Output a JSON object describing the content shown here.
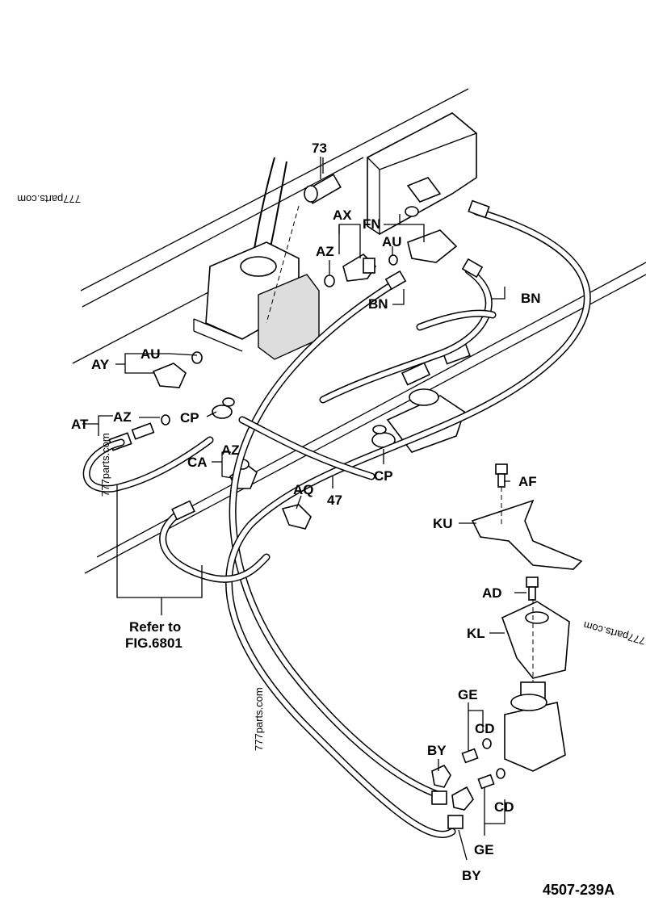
{
  "labels": {
    "l73": "73",
    "fn": "FN",
    "ax": "AX",
    "az_top": "AZ",
    "au_top": "AU",
    "bn_left": "BN",
    "bn_right": "BN",
    "ay": "AY",
    "au_left": "AU",
    "at": "AT",
    "az_left": "AZ",
    "cp_left": "CP",
    "az_mid": "AZ",
    "ca": "CA",
    "aq": "AQ",
    "l47": "47",
    "cp_mid": "CP",
    "af": "AF",
    "ku": "KU",
    "ad": "AD",
    "kl": "KL",
    "ge_top": "GE",
    "cd_top": "CD",
    "by_top": "BY",
    "cd_bot": "CD",
    "ge_bot": "GE",
    "by_bot": "BY"
  },
  "refer": {
    "line1": "Refer to",
    "line2": "FIG.6801"
  },
  "figure_code": "4507-239A",
  "watermarks": {
    "w1": "777parts.com",
    "w2": "777parts.com",
    "w3": "777parts.com",
    "w4": "777parts.com"
  }
}
